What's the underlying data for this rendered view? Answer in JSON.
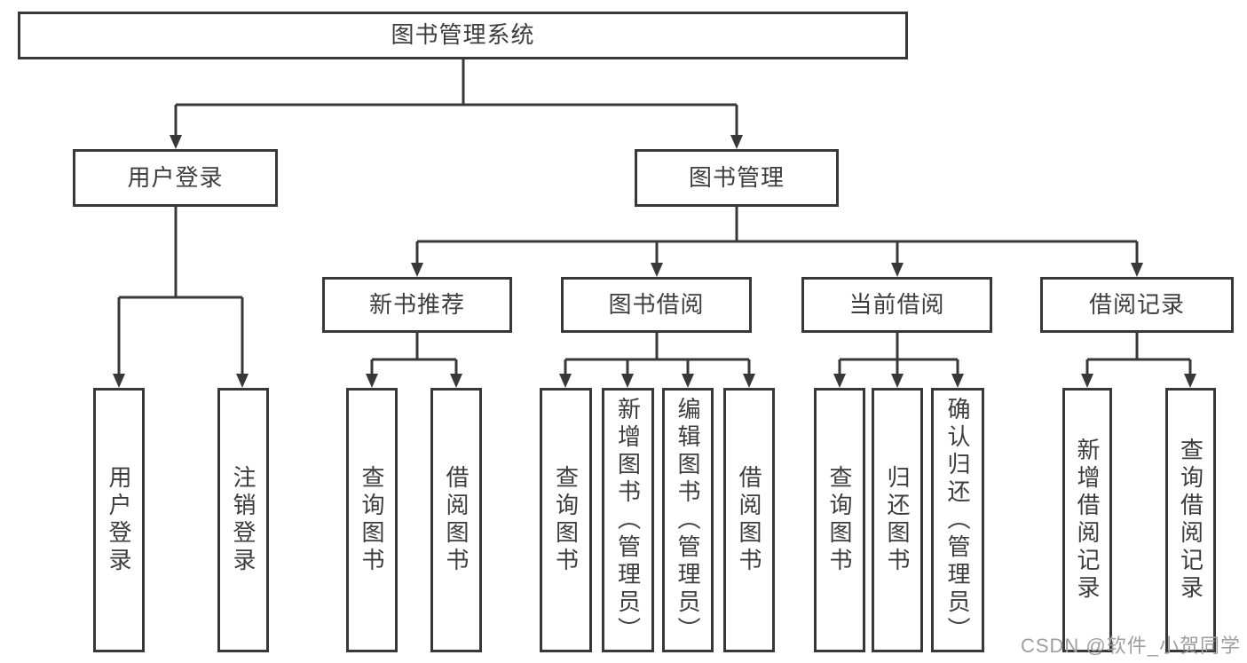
{
  "tree": {
    "root": {
      "label": "图书管理系统"
    },
    "branches": [
      {
        "label": "用户登录",
        "children": [
          {
            "label": "用户登录"
          },
          {
            "label": "注销登录"
          }
        ]
      },
      {
        "label": "图书管理",
        "children": [
          {
            "label": "新书推荐",
            "children": [
              {
                "label": "查询图书"
              },
              {
                "label": "借阅图书"
              }
            ]
          },
          {
            "label": "图书借阅",
            "children": [
              {
                "label": "查询图书"
              },
              {
                "label": "新增图书（管理员）"
              },
              {
                "label": "编辑图书（管理员）"
              },
              {
                "label": "借阅图书"
              }
            ]
          },
          {
            "label": "当前借阅",
            "children": [
              {
                "label": "查询图书"
              },
              {
                "label": "归还图书"
              },
              {
                "label": "确认归还（管理员）"
              }
            ]
          },
          {
            "label": "借阅记录",
            "children": [
              {
                "label": "新增借阅记录"
              },
              {
                "label": "查询借阅记录"
              }
            ]
          }
        ]
      }
    ]
  },
  "watermark": {
    "text": "CSDN @软件_小贺同学"
  },
  "colors": {
    "line": "#383838",
    "text": "#3d3d3d",
    "box_background": "#ffffff",
    "watermark": "#9e9e9e"
  }
}
